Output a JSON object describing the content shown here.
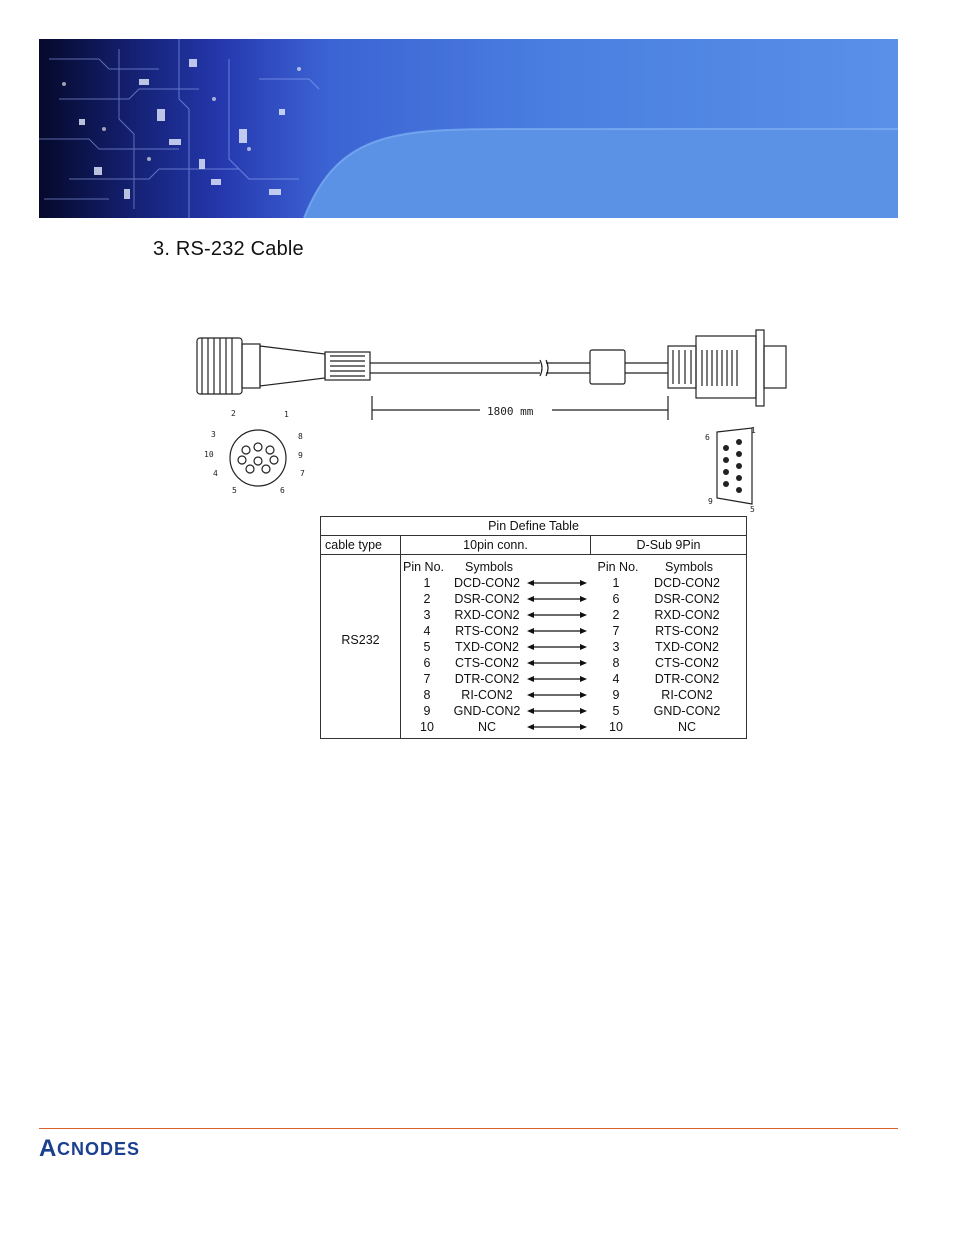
{
  "section": {
    "title": "3. RS-232 Cable"
  },
  "diagram": {
    "length_label": "1800 mm",
    "left_pins": [
      "1",
      "2",
      "3",
      "4",
      "5",
      "6",
      "7",
      "8",
      "9",
      "10"
    ],
    "right_pins": [
      "1",
      "5",
      "6",
      "9"
    ]
  },
  "pin_table": {
    "title": "Pin Define Table",
    "cable_type_header": "cable type",
    "left_header": "10pin conn.",
    "right_header": "D-Sub 9Pin",
    "cable_type": "RS232",
    "pin_no_label": "Pin No.",
    "symbols_label": "Symbols",
    "rows": [
      {
        "l_no": "1",
        "l_sym": "DCD-CON2",
        "r_no": "1",
        "r_sym": "DCD-CON2"
      },
      {
        "l_no": "2",
        "l_sym": "DSR-CON2",
        "r_no": "6",
        "r_sym": "DSR-CON2"
      },
      {
        "l_no": "3",
        "l_sym": "RXD-CON2",
        "r_no": "2",
        "r_sym": "RXD-CON2"
      },
      {
        "l_no": "4",
        "l_sym": "RTS-CON2",
        "r_no": "7",
        "r_sym": "RTS-CON2"
      },
      {
        "l_no": "5",
        "l_sym": "TXD-CON2",
        "r_no": "3",
        "r_sym": "TXD-CON2"
      },
      {
        "l_no": "6",
        "l_sym": "CTS-CON2",
        "r_no": "8",
        "r_sym": "CTS-CON2"
      },
      {
        "l_no": "7",
        "l_sym": "DTR-CON2",
        "r_no": "4",
        "r_sym": "DTR-CON2"
      },
      {
        "l_no": "8",
        "l_sym": "RI-CON2",
        "r_no": "9",
        "r_sym": "RI-CON2"
      },
      {
        "l_no": "9",
        "l_sym": "GND-CON2",
        "r_no": "5",
        "r_sym": "GND-CON2"
      },
      {
        "l_no": "10",
        "l_sym": "NC",
        "r_no": "10",
        "r_sym": "NC"
      }
    ]
  },
  "footer": {
    "logo_text": "ACNODES"
  },
  "colors": {
    "accent_line": "#d9602a",
    "logo": "#1b3f8f",
    "banner": "#4a7fe0"
  }
}
